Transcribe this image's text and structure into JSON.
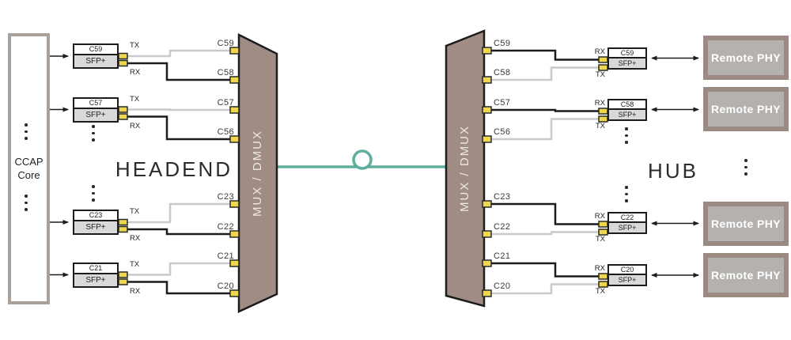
{
  "labels": {
    "headend": "HEADEND",
    "hub": "HUB",
    "mux": "MUX / DMUX",
    "ccap_line1": "CCAP",
    "ccap_line2": "Core",
    "sfp": "SFP+",
    "tx": "TX",
    "rx": "RX"
  },
  "left_mux_ports": [
    {
      "channel": "C59"
    },
    {
      "channel": "C58"
    },
    {
      "channel": "C57"
    },
    {
      "channel": "C56"
    },
    {
      "channel": "C23"
    },
    {
      "channel": "C22"
    },
    {
      "channel": "C21"
    },
    {
      "channel": "C20"
    }
  ],
  "right_mux_ports": [
    {
      "channel": "C59"
    },
    {
      "channel": "C58"
    },
    {
      "channel": "C57"
    },
    {
      "channel": "C56"
    },
    {
      "channel": "C23"
    },
    {
      "channel": "C22"
    },
    {
      "channel": "C21"
    },
    {
      "channel": "C20"
    }
  ],
  "left_sfp_modules": [
    {
      "channel": "C59"
    },
    {
      "channel": "C57"
    },
    {
      "channel": "C23"
    },
    {
      "channel": "C21"
    }
  ],
  "right_sfp_modules": [
    {
      "channel": "C59"
    },
    {
      "channel": "C58"
    },
    {
      "channel": "C22"
    },
    {
      "channel": "C20"
    }
  ],
  "remote_phy_units": [
    {
      "label": "Remote PHY"
    },
    {
      "label": "Remote PHY"
    },
    {
      "label": "Remote PHY"
    },
    {
      "label": "Remote PHY"
    }
  ],
  "colors": {
    "mux_fill": "#a08c85",
    "mux_stroke": "#1c1c1c",
    "fiber_teal": "#5fad9d",
    "connector_yellow": "#eed64e",
    "line_gray": "#c9c9c9",
    "line_black": "#1c1c1c",
    "remote_phy_border": "#9b8a82",
    "remote_phy_fill": "#b4b1ae",
    "ccap_border": "#a8a09b",
    "sfp_fill": "#d9d9d9"
  }
}
